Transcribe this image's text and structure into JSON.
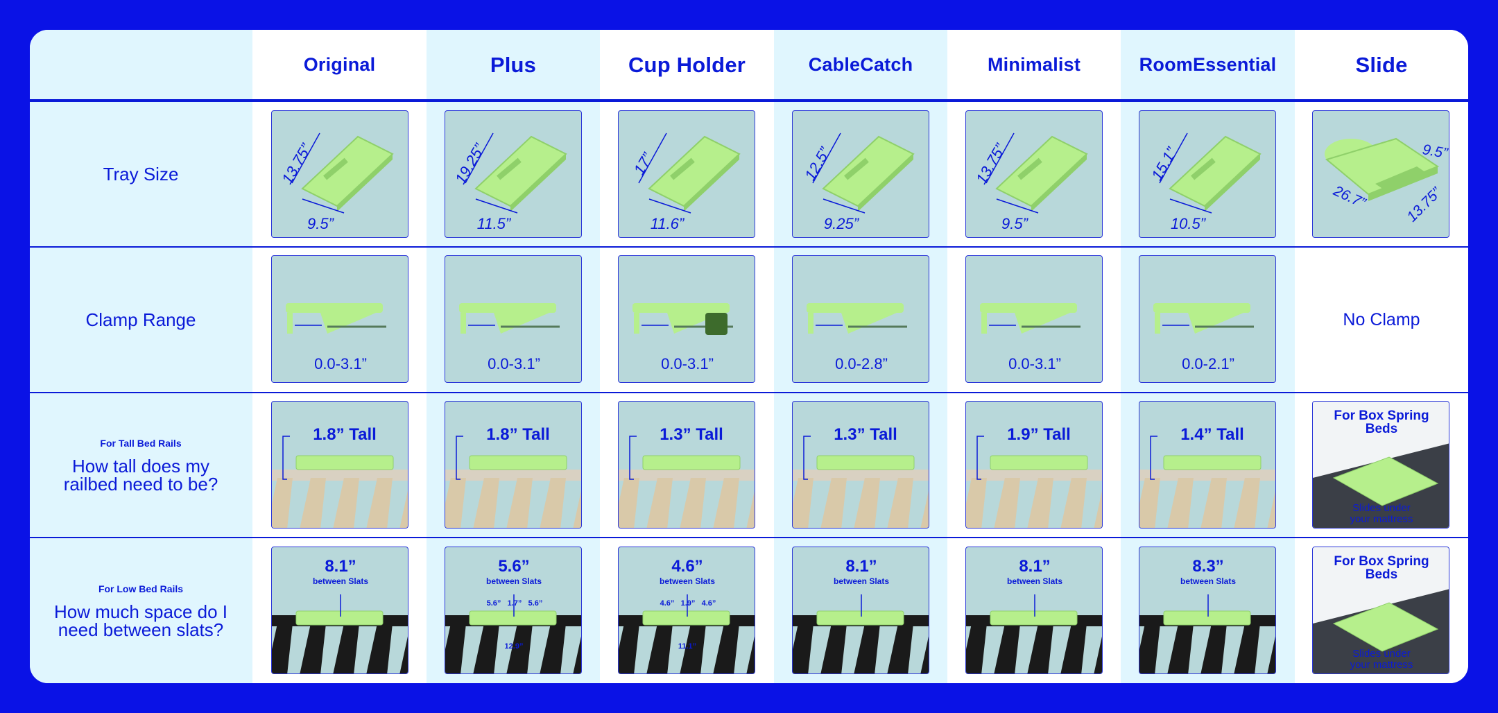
{
  "columns": [
    "Original",
    "Plus",
    "Cup Holder",
    "CableCatch",
    "Minimalist",
    "RoomEssential",
    "Slide"
  ],
  "rows": {
    "tray_size": {
      "label": "Tray Size",
      "dims": [
        {
          "a": "13.75”",
          "b": "9.5”"
        },
        {
          "a": "19.25”",
          "b": "11.5”"
        },
        {
          "a": "17”",
          "b": "11.6”"
        },
        {
          "a": "12.5”",
          "b": "9.25”"
        },
        {
          "a": "13.75”",
          "b": "9.5”"
        },
        {
          "a": "15.1”",
          "b": "10.5”"
        },
        {
          "a": "9.5”",
          "b": "26.7”",
          "c": "13.75”"
        }
      ]
    },
    "clamp_range": {
      "label": "Clamp Range",
      "values": [
        "0.0-3.1”",
        "0.0-3.1”",
        "0.0-3.1”",
        "0.0-2.8”",
        "0.0-3.1”",
        "0.0-2.1”"
      ],
      "slide_text": "No Clamp"
    },
    "tall_rails": {
      "small": "For Tall Bed Rails",
      "label_line1": "How tall does my",
      "label_line2": "railbed need to be?",
      "values": [
        "1.8” Tall",
        "1.8” Tall",
        "1.3” Tall",
        "1.3” Tall",
        "1.9” Tall",
        "1.4” Tall"
      ]
    },
    "low_rails": {
      "small": "For Low Bed Rails",
      "label_line1": "How much space do I",
      "label_line2": "need between slats?",
      "values": [
        "8.1”",
        "5.6”",
        "4.6”",
        "8.1”",
        "8.1”",
        "8.3”"
      ],
      "sub": "between Slats",
      "plus_detail": {
        "left": "5.6”",
        "mid": "1.7”",
        "right": "5.6”",
        "total": "12.9”"
      },
      "cup_detail": {
        "left": "4.6”",
        "mid": "1.9”",
        "right": "4.6”",
        "total": "11.1”"
      }
    },
    "slide_box": {
      "title_line1": "For Box Spring",
      "title_line2": "Beds",
      "sub_line1": "Slides under",
      "sub_line2": "your mattress"
    }
  },
  "colors": {
    "frame": "#0a12e6",
    "accent": "#0a1ad8",
    "tile_bg": "#b8d8da",
    "tray": "#b6ef8c",
    "column_shade": "#e0f6fe"
  }
}
